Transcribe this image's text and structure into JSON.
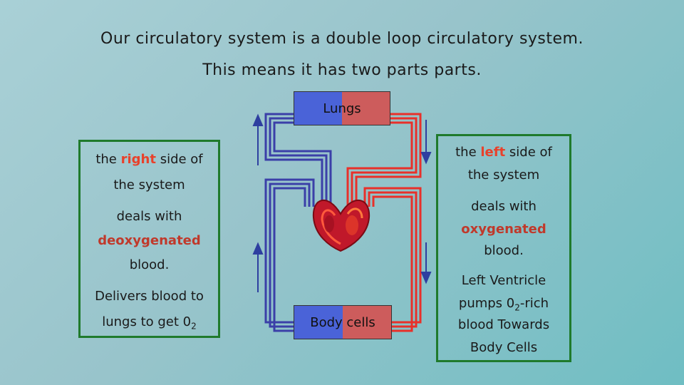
{
  "title_line1": "Our circulatory system is a double loop circulatory system.",
  "title_line2": "This means it has two parts parts.",
  "lungs_label": "Lungs",
  "body_label": "Body cells",
  "colors": {
    "blue": "#3b3fa8",
    "red": "#e8302a",
    "box_blue": "#4a63d8",
    "box_red": "#cd5c5c",
    "border_green": "#1f7a2c"
  },
  "left_panel": {
    "l1_pre": "the ",
    "l1_key": "right",
    "l1_post": " side of",
    "l2": "the system",
    "l3": "deals with",
    "l4": "deoxygenated",
    "l5": "blood.",
    "l6": "Delivers blood to",
    "l7_pre": "lungs to get 0",
    "l7_sub": "2"
  },
  "right_panel": {
    "l1_pre": "the ",
    "l1_key": "left",
    "l1_post": " side of",
    "l2": "the system",
    "l3": "deals with",
    "l4": "oxygenated",
    "l5": "blood.",
    "l6": "Left Ventricle",
    "l7_pre": "pumps 0",
    "l7_sub": "2",
    "l7_post": "-rich",
    "l8": "blood Towards",
    "l9": "Body Cells"
  },
  "icons": [
    "heart-icon",
    "arrow-up-icon",
    "arrow-down-icon"
  ]
}
